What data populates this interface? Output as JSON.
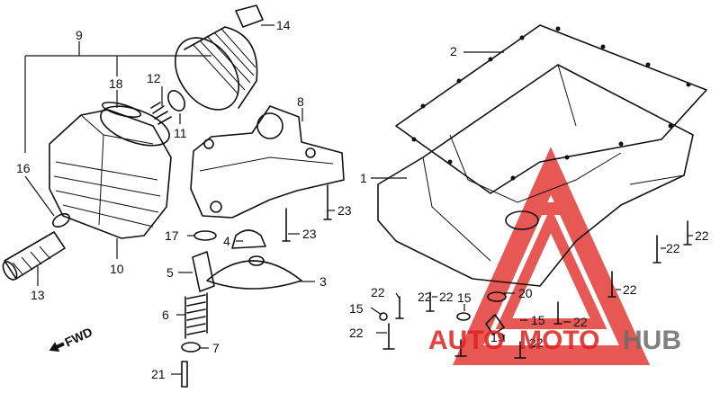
{
  "callouts": {
    "c1": "1",
    "c2": "2",
    "c3": "3",
    "c4": "4",
    "c5": "5",
    "c6": "6",
    "c7": "7",
    "c8": "8",
    "c9": "9",
    "c10": "10",
    "c11": "11",
    "c12": "12",
    "c13": "13",
    "c14": "14",
    "c15a": "15",
    "c15b": "15",
    "c15c": "15",
    "c16": "16",
    "c17": "17",
    "c18": "18",
    "c19": "19",
    "c20": "20",
    "c21": "21",
    "c22a": "22",
    "c22b": "22",
    "c22c": "22",
    "c22d": "22",
    "c22e": "22",
    "c22f": "22",
    "c22g": "22",
    "c22h": "22",
    "c22i": "22",
    "c23a": "23",
    "c23b": "23"
  },
  "fwd_label": "FWD",
  "watermark": {
    "auto": "AUTO",
    "moto": "MOTO",
    "hub": "HUB",
    "color_red": "#e0201c",
    "color_grey": "#6b6b6b"
  }
}
